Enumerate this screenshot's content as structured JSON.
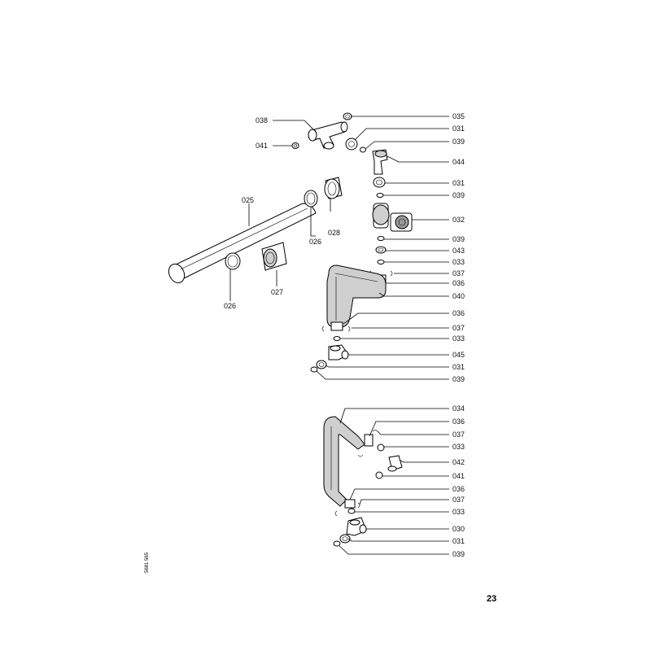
{
  "page_number": "23",
  "doc_code": "5681 565",
  "labels": {
    "l038": "038",
    "l041": "041",
    "l035": "035",
    "l031a": "031",
    "l039a": "039",
    "l044": "044",
    "l031b": "031",
    "l039b": "039",
    "l032": "032",
    "l039c": "039",
    "l043": "043",
    "l033a": "033",
    "l037a": "037",
    "l036a": "036",
    "l040": "040",
    "l036b": "036",
    "l037b": "037",
    "l033b": "033",
    "l045": "045",
    "l031c": "031",
    "l039d": "039",
    "l025": "025",
    "l026a": "026",
    "l028": "028",
    "l026b": "026",
    "l027": "027",
    "l034": "034",
    "l036c": "036",
    "l037c": "037",
    "l033c": "033",
    "l042": "042",
    "l041b": "041",
    "l036d": "036",
    "l037d": "037",
    "l033d": "033",
    "l030": "030",
    "l031d": "031",
    "l039e": "039"
  }
}
